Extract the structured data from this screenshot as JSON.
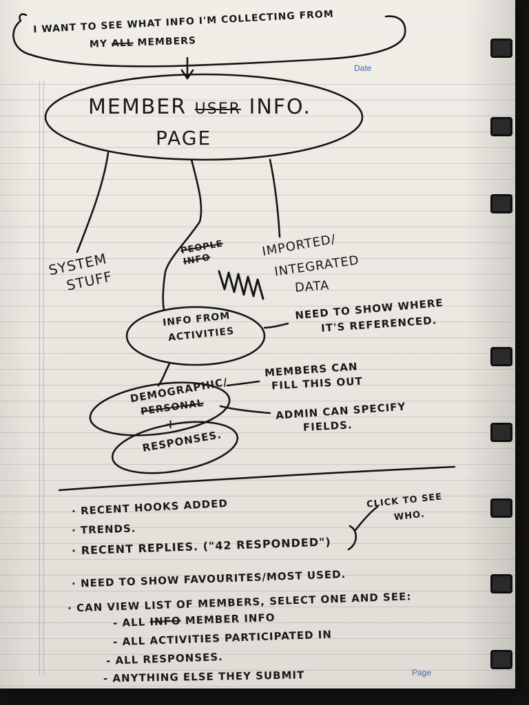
{
  "printed": {
    "date_label": "Date",
    "page_label": "Page"
  },
  "header_note": {
    "line1": "I WANT TO SEE WHAT INFO I'M COLLECTING FROM",
    "line2_prefix": "MY",
    "line2_struck": "ALL",
    "line2_suffix": "MEMBERS"
  },
  "main_node": {
    "line1_a": "MEMBER",
    "line1_struck": "USER",
    "line1_b": "INFO.",
    "line2": "PAGE"
  },
  "branches": {
    "system": [
      "SYSTEM",
      "STUFF"
    ],
    "struck": [
      "PEOPLE",
      "INFO"
    ],
    "imported": [
      "IMPORTED/",
      "INTEGRATED",
      "DATA"
    ]
  },
  "activities_node": {
    "line1": "INFO FROM",
    "line2": "ACTIVITIES"
  },
  "activities_note": {
    "line1": "NEED TO SHOW WHERE",
    "line2": "IT'S REFERENCED."
  },
  "demographic_node": {
    "line1": "DEMOGRAPHIC/",
    "line2_struck": "PERSONAL",
    "plus": "+",
    "line3": "RESPONSES."
  },
  "demographic_notes": {
    "a_line1": "MEMBERS CAN",
    "a_line2": "FILL THIS OUT",
    "b_line1": "ADMIN CAN SPECIFY",
    "b_line2": "FIELDS."
  },
  "bullets": {
    "b1": "· RECENT HOOKS ADDED",
    "b2": "· TRENDS.",
    "b3": "· RECENT REPLIES. (\"42 RESPONDED\")",
    "b3_note_line1": "CLICK TO SEE",
    "b3_note_line2": "WHO.",
    "b4": "· NEED TO SHOW FAVOURITES/MOST USED.",
    "b5": "· CAN VIEW LIST OF MEMBERS, SELECT ONE AND SEE:",
    "sub1_prefix": "- ALL",
    "sub1_struck": "INFO",
    "sub1_suffix": "MEMBER INFO",
    "sub2": "- ALL ACTIVITIES PARTICIPATED IN",
    "sub3": "- ALL RESPONSES.",
    "sub4": "- ANYTHING ELSE THEY SUBMIT"
  }
}
